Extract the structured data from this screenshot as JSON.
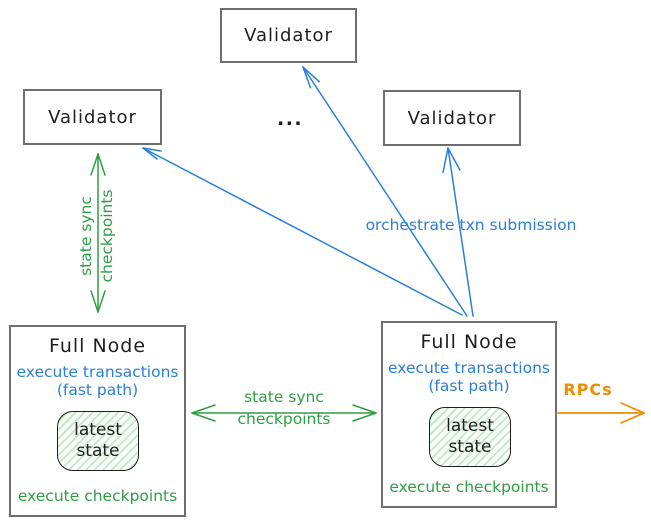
{
  "diagram": {
    "validator_top": {
      "label": "Validator"
    },
    "validator_left": {
      "label": "Validator"
    },
    "validator_right": {
      "label": "Validator"
    },
    "ellipsis": "...",
    "full_node_left": {
      "title": "Full Node",
      "fast_path_line1": "execute transactions",
      "fast_path_line2": "(fast path)",
      "state_line1": "latest",
      "state_line2": "state",
      "footer": "execute checkpoints"
    },
    "full_node_right": {
      "title": "Full Node",
      "fast_path_line1": "execute transactions",
      "fast_path_line2": "(fast path)",
      "state_line1": "latest",
      "state_line2": "state",
      "footer": "execute checkpoints"
    },
    "edge_labels": {
      "vertical_sync_line1": "state sync",
      "vertical_sync_line2": "checkpoints",
      "horizontal_sync_line1": "state sync",
      "horizontal_sync_line2": "checkpoints",
      "orchestrate": "orchestrate txn submission",
      "rpcs": "RPCs"
    },
    "colors": {
      "blue": "#2b7fd9",
      "green": "#2f9e44",
      "orange": "#f08c00",
      "ink": "#1e1e1e",
      "box_border": "#6e6e6e"
    }
  }
}
